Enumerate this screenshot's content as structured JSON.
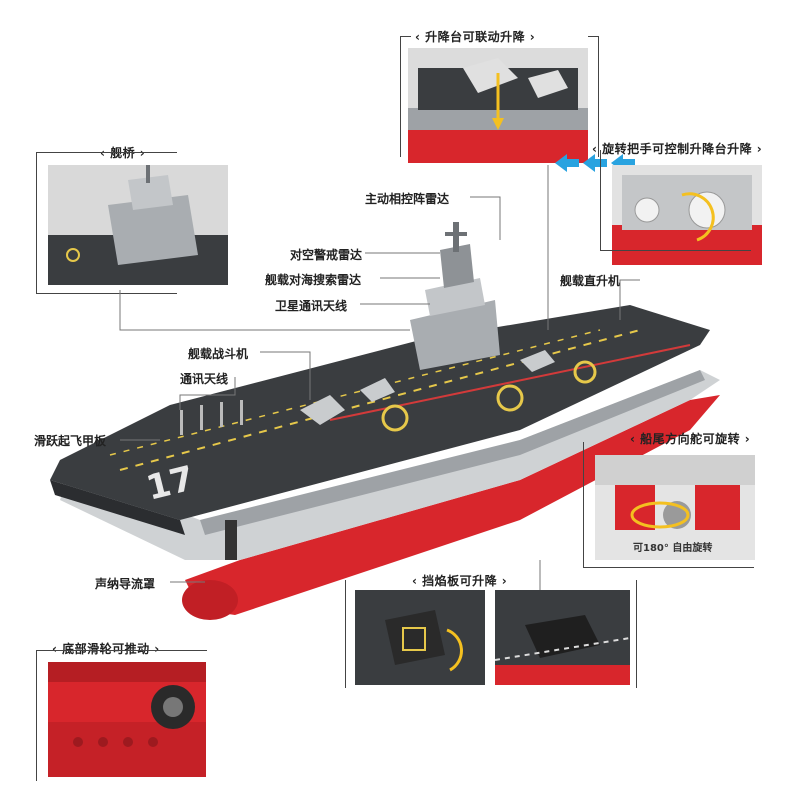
{
  "callouts": {
    "elevator": "‹ 升降台可联动升降 ›",
    "handle": "‹ 旋转把手可控制升降台升降 ›",
    "bridge": "‹ 舰桥 ›",
    "rudder": "‹ 船尾方向舵可旋转 ›",
    "blast": "‹ 挡焰板可升降 ›",
    "wheels": "‹ 底部滑轮可推动 ›"
  },
  "labels": {
    "phased_array": "主动相控阵雷达",
    "air_radar": "对空警戒雷达",
    "sea_radar": "舰载对海搜索雷达",
    "sat_antenna": "卫星通讯天线",
    "helicopter": "舰载直升机",
    "fighter": "舰载战斗机",
    "comm_antenna": "通讯天线",
    "ski_jump": "滑跃起飞甲板",
    "sonar": "声纳导流罩"
  },
  "rudder_note": "可180° 自由旋转",
  "hull_number": "17",
  "colors": {
    "hull_red": "#d8262c",
    "deck": "#3a3d40",
    "grey": "#b9bcbf",
    "accent_blue": "#29a3e0",
    "arrow_yellow": "#f4c020"
  }
}
